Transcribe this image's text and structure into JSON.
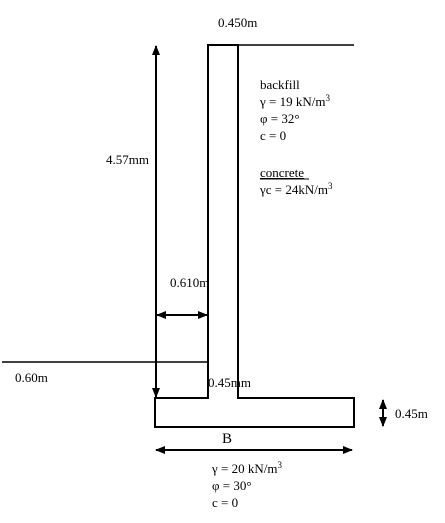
{
  "dimensions": {
    "stem_top_width": "0.450m",
    "wall_height": "4.57mm",
    "toe_length": "0.610m",
    "front_soil_depth": "0.60m",
    "stem_base_width": "0.45mm",
    "base_thickness": "0.45m",
    "base_width": "B"
  },
  "backfill": {
    "title": "backfill",
    "gamma": "γ = 19 kN/m",
    "gamma_exp": "3",
    "phi": "φ = 32°",
    "c": "c = 0"
  },
  "concrete": {
    "title": "concrete",
    "gamma_c": "γc = 24kN/m",
    "gamma_c_exp": "3"
  },
  "foundation_soil": {
    "gamma": "γ = 20 kN/m",
    "gamma_exp": "3",
    "phi": "φ = 30°",
    "c": "c = 0"
  }
}
